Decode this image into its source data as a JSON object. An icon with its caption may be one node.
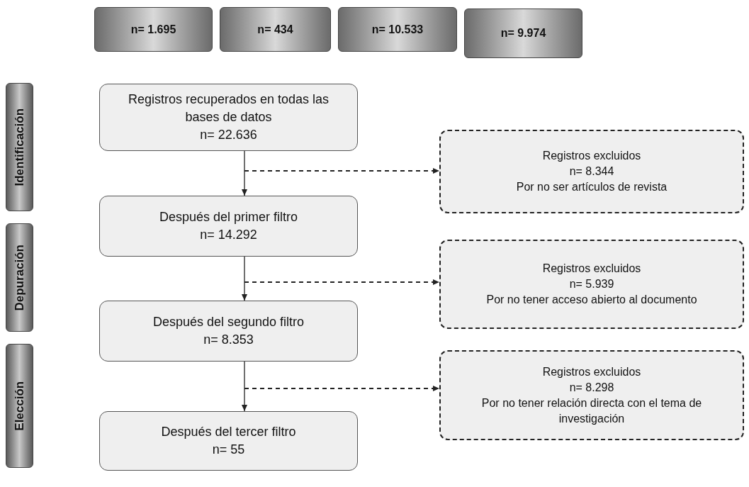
{
  "diagram": {
    "nodes": [
      {
        "text": [
          "n= 1.695"
        ]
      },
      {
        "text": [
          "n= 434"
        ]
      },
      {
        "text": [
          "n= 10.533"
        ]
      },
      {
        "text": [
          "n= 9.974"
        ]
      },
      {
        "text": [
          "Identificación"
        ]
      },
      {
        "text": [
          "Depuración"
        ]
      },
      {
        "text": [
          "Elección"
        ]
      },
      {
        "text": [
          "Registros recuperados en todas las bases de datos",
          "n= 22.636"
        ]
      },
      {
        "text": [
          "Registros excluidos",
          "n= 8.344",
          "Por no ser artículos de revista"
        ]
      },
      {
        "text": [
          "Después del primer filtro",
          "n= 14.292"
        ]
      },
      {
        "text": [
          "Registros excluidos",
          "n= 5.939",
          "Por no tener acceso abierto al documento"
        ]
      },
      {
        "text": [
          "Después del segundo filtro",
          "n= 8.353"
        ]
      },
      {
        "text": [
          "Registros excluidos",
          "n= 8.298",
          "Por no tener relación directa con el tema de investigación"
        ]
      },
      {
        "text": [
          "Después del tercer filtro",
          "n= 55"
        ]
      }
    ],
    "edges": [
      {
        "from": 7,
        "to": 9,
        "arrow": "to"
      },
      {
        "from": null,
        "to": 8,
        "arrow": "to",
        "style": "dashed"
      },
      {
        "from": 9,
        "to": 11,
        "arrow": "to"
      },
      {
        "from": null,
        "to": 10,
        "arrow": "to",
        "style": "dashed"
      },
      {
        "from": 11,
        "to": 13,
        "arrow": "to"
      },
      {
        "from": null,
        "to": 12,
        "arrow": "to",
        "style": "dashed"
      }
    ]
  }
}
